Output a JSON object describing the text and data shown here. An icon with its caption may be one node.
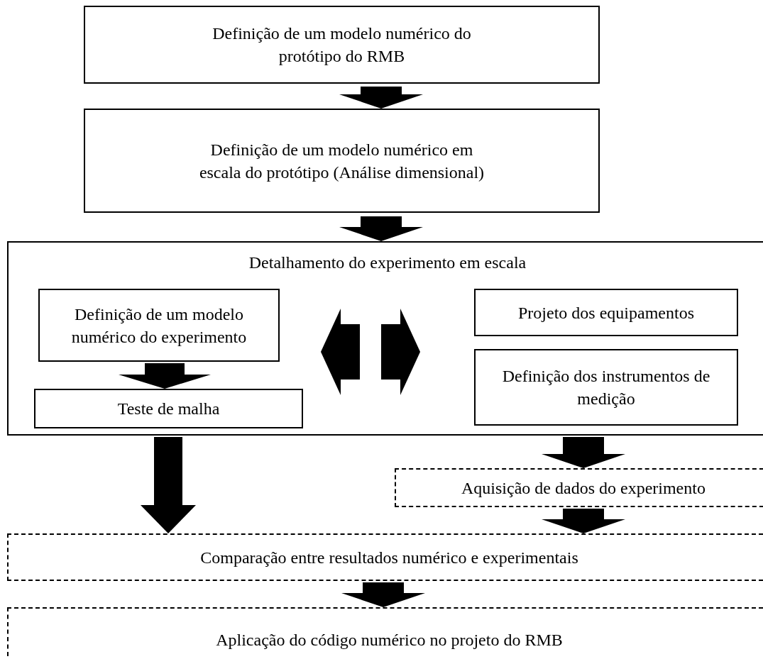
{
  "diagram": {
    "nodes": [
      {
        "text": [
          "Definição de um modelo numérico do protótipo do RMB"
        ]
      },
      {
        "text": [
          "Definição de um modelo numérico em escala do protótipo (Análise dimensional)"
        ]
      },
      {
        "text": [
          "Detalhamento do experimento em escala"
        ]
      },
      {
        "text": [
          "Definição de um modelo numérico do experimento"
        ],
        "in": 2
      },
      {
        "text": [
          "Teste de malha"
        ],
        "in": 2
      },
      {
        "text": [
          "Projeto dos equipamentos"
        ],
        "in": 2
      },
      {
        "text": [
          "Definição dos instrumentos de medição"
        ],
        "in": 2
      },
      {
        "text": [
          "Aquisição de dados do experimento"
        ]
      },
      {
        "text": [
          "Comparação entre resultados numérico e experimentais"
        ]
      },
      {
        "text": [
          "Aplicação do código numérico no projeto do RMB"
        ]
      }
    ],
    "edges": [
      {
        "from": 0,
        "to": 1,
        "arrow": "to"
      },
      {
        "from": 1,
        "to": 2,
        "arrow": "to"
      },
      {
        "from": 3,
        "to": 4,
        "arrow": "to"
      },
      {
        "from": null,
        "to": 3,
        "arrow": "to"
      },
      {
        "from": null,
        "to": 6,
        "arrow": "to"
      },
      {
        "from": 2,
        "to": 8,
        "arrow": "to"
      },
      {
        "from": 2,
        "to": 7,
        "arrow": "to"
      },
      {
        "from": 7,
        "to": 8,
        "arrow": "to"
      },
      {
        "from": 8,
        "to": 9,
        "arrow": "to"
      }
    ]
  }
}
